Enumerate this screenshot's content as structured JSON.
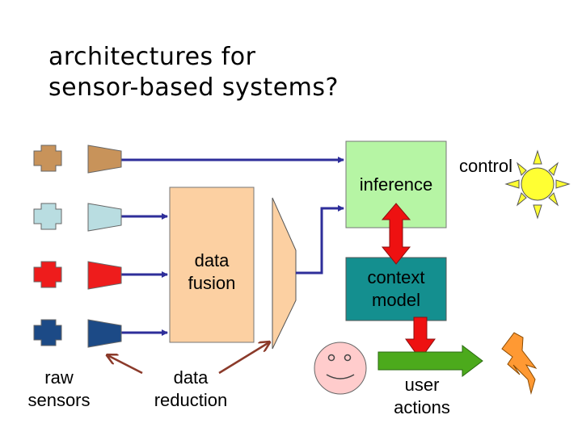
{
  "title": {
    "line1": "architectures for",
    "line2": "sensor-based systems?"
  },
  "labels": {
    "data_fusion": [
      "data",
      "fusion"
    ],
    "inference": "inference",
    "control": "control",
    "context_model": [
      "context",
      "model"
    ],
    "raw_sensors": [
      "raw",
      "sensors"
    ],
    "data_reduction": [
      "data",
      "reduction"
    ],
    "user_actions": [
      "user",
      "actions"
    ]
  },
  "colors": {
    "sensor_tan": "#c8935a",
    "sensor_light_blue": "#b9dde1",
    "sensor_red": "#ee1c1c",
    "sensor_navy": "#1c4a86",
    "fusion_box": "#fcd0a2",
    "inference_box": "#b6f5a4",
    "context_box": "#148f8f",
    "connector": "#2e2e9a",
    "red_arrow": "#ee1111",
    "green_arrow": "#4caa1c",
    "brown_arrow": "#8b3a2a",
    "sun": "#ffff33",
    "bolt": "#ff9933",
    "face": "#ffcccc"
  },
  "icons": [
    "sun-icon",
    "lightning-bolt-icon",
    "smiley-face-icon"
  ]
}
